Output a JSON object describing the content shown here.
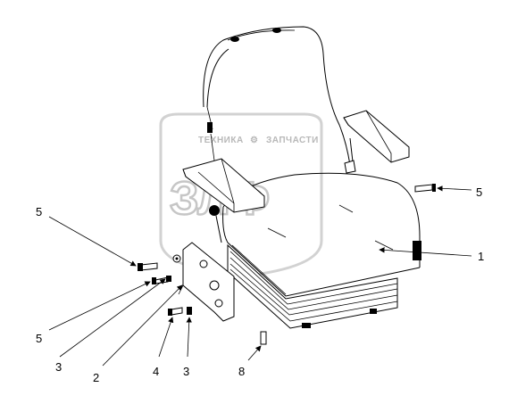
{
  "watermark": {
    "brand_left": "ТЕХНИКА",
    "brand_right": "ЗАПЧАСТИ",
    "logo_letters": "ЗЛФ"
  },
  "callouts": [
    {
      "id": "c1",
      "label": "1"
    },
    {
      "id": "c2",
      "label": "2"
    },
    {
      "id": "c3a",
      "label": "3"
    },
    {
      "id": "c3b",
      "label": "3"
    },
    {
      "id": "c4",
      "label": "4"
    },
    {
      "id": "c5a",
      "label": "5"
    },
    {
      "id": "c5b",
      "label": "5"
    },
    {
      "id": "c5c",
      "label": "5"
    },
    {
      "id": "c8",
      "label": "8"
    }
  ]
}
